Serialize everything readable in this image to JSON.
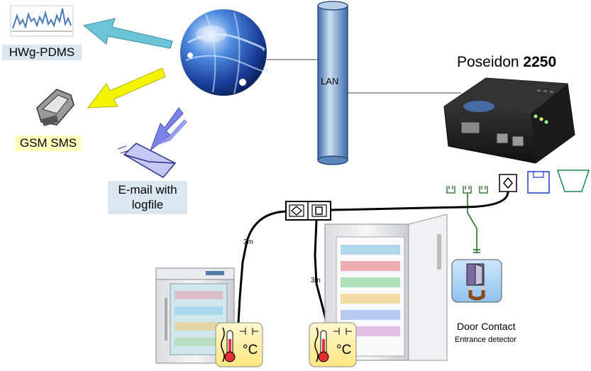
{
  "labels": {
    "hwg_pdms": "HWg-PDMS",
    "gsm_sms": "GSM SMS",
    "email_line1": "E-mail with",
    "email_line2": "logfile",
    "lan": "LAN",
    "poseidon_name": "Poseidon",
    "poseidon_model": "2250",
    "cable_length_left": "3m",
    "cable_length_right": "3m",
    "door_contact": "Door Contact",
    "door_contact_sub": "Entrance detector",
    "sensor_unit_left": "°C",
    "sensor_unit_right": "°C"
  },
  "colors": {
    "cyan_arrow": "#6cc5d6",
    "yellow_arrow": "#f4f400",
    "blue_arrow": "#7b83e6",
    "lan_pipe": "#8fb2d8",
    "hwg_bg": "#dce6f2",
    "gsm_bg": "#ffffbe",
    "email_bg": "#dce6f2",
    "connector_green": "#1b6b1b",
    "drawer_blue": "#1a3ad8",
    "tray_green": "#1a8a4a"
  },
  "icons": [
    "chart-thumbnail-icon",
    "globe-icon",
    "phone-icon",
    "envelope-icon",
    "poseidon-device-icon",
    "small-fridge-icon",
    "large-fridge-icon",
    "temperature-sensor-icon",
    "door-contact-icon",
    "splitter-icon"
  ]
}
